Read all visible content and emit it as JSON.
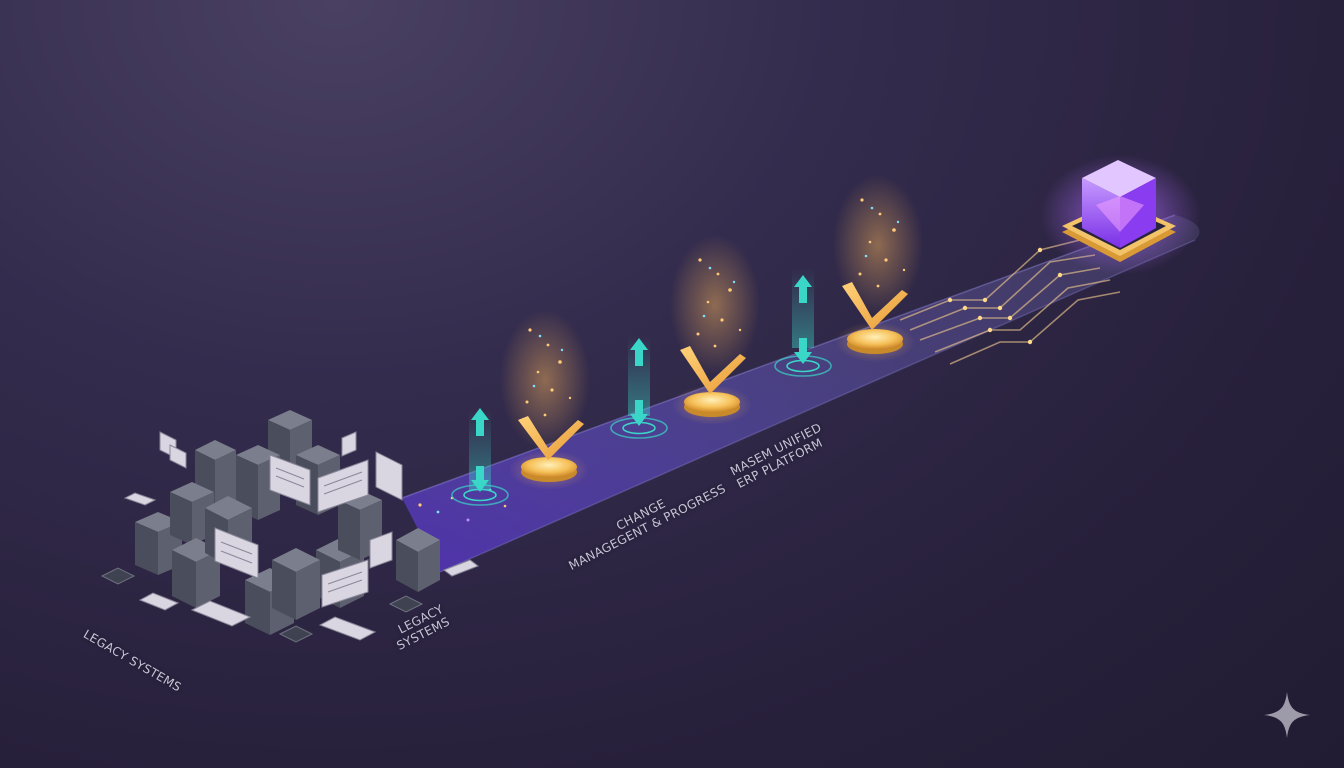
{
  "labels": {
    "legacy_left": "LEGACY SYSTEMS",
    "legacy_right": "LEGACY\nSYSTEMS",
    "change_management": "CHANGE\nMANAGEGENT & PROGRESS",
    "erp_platform": "MASEM UNIFIED\nERP PLATFORM"
  },
  "icons": {
    "milestones": "checkmark-icon",
    "sync": "up-down-arrow-icon",
    "platform": "crystal-cube-icon",
    "watermark": "sparkle-icon"
  },
  "colors": {
    "background": "#2a2340",
    "path": "#7a5cff",
    "checkmark": "#f2b84b",
    "arrow": "#3ad6c8",
    "platform": "#9a55ff"
  }
}
